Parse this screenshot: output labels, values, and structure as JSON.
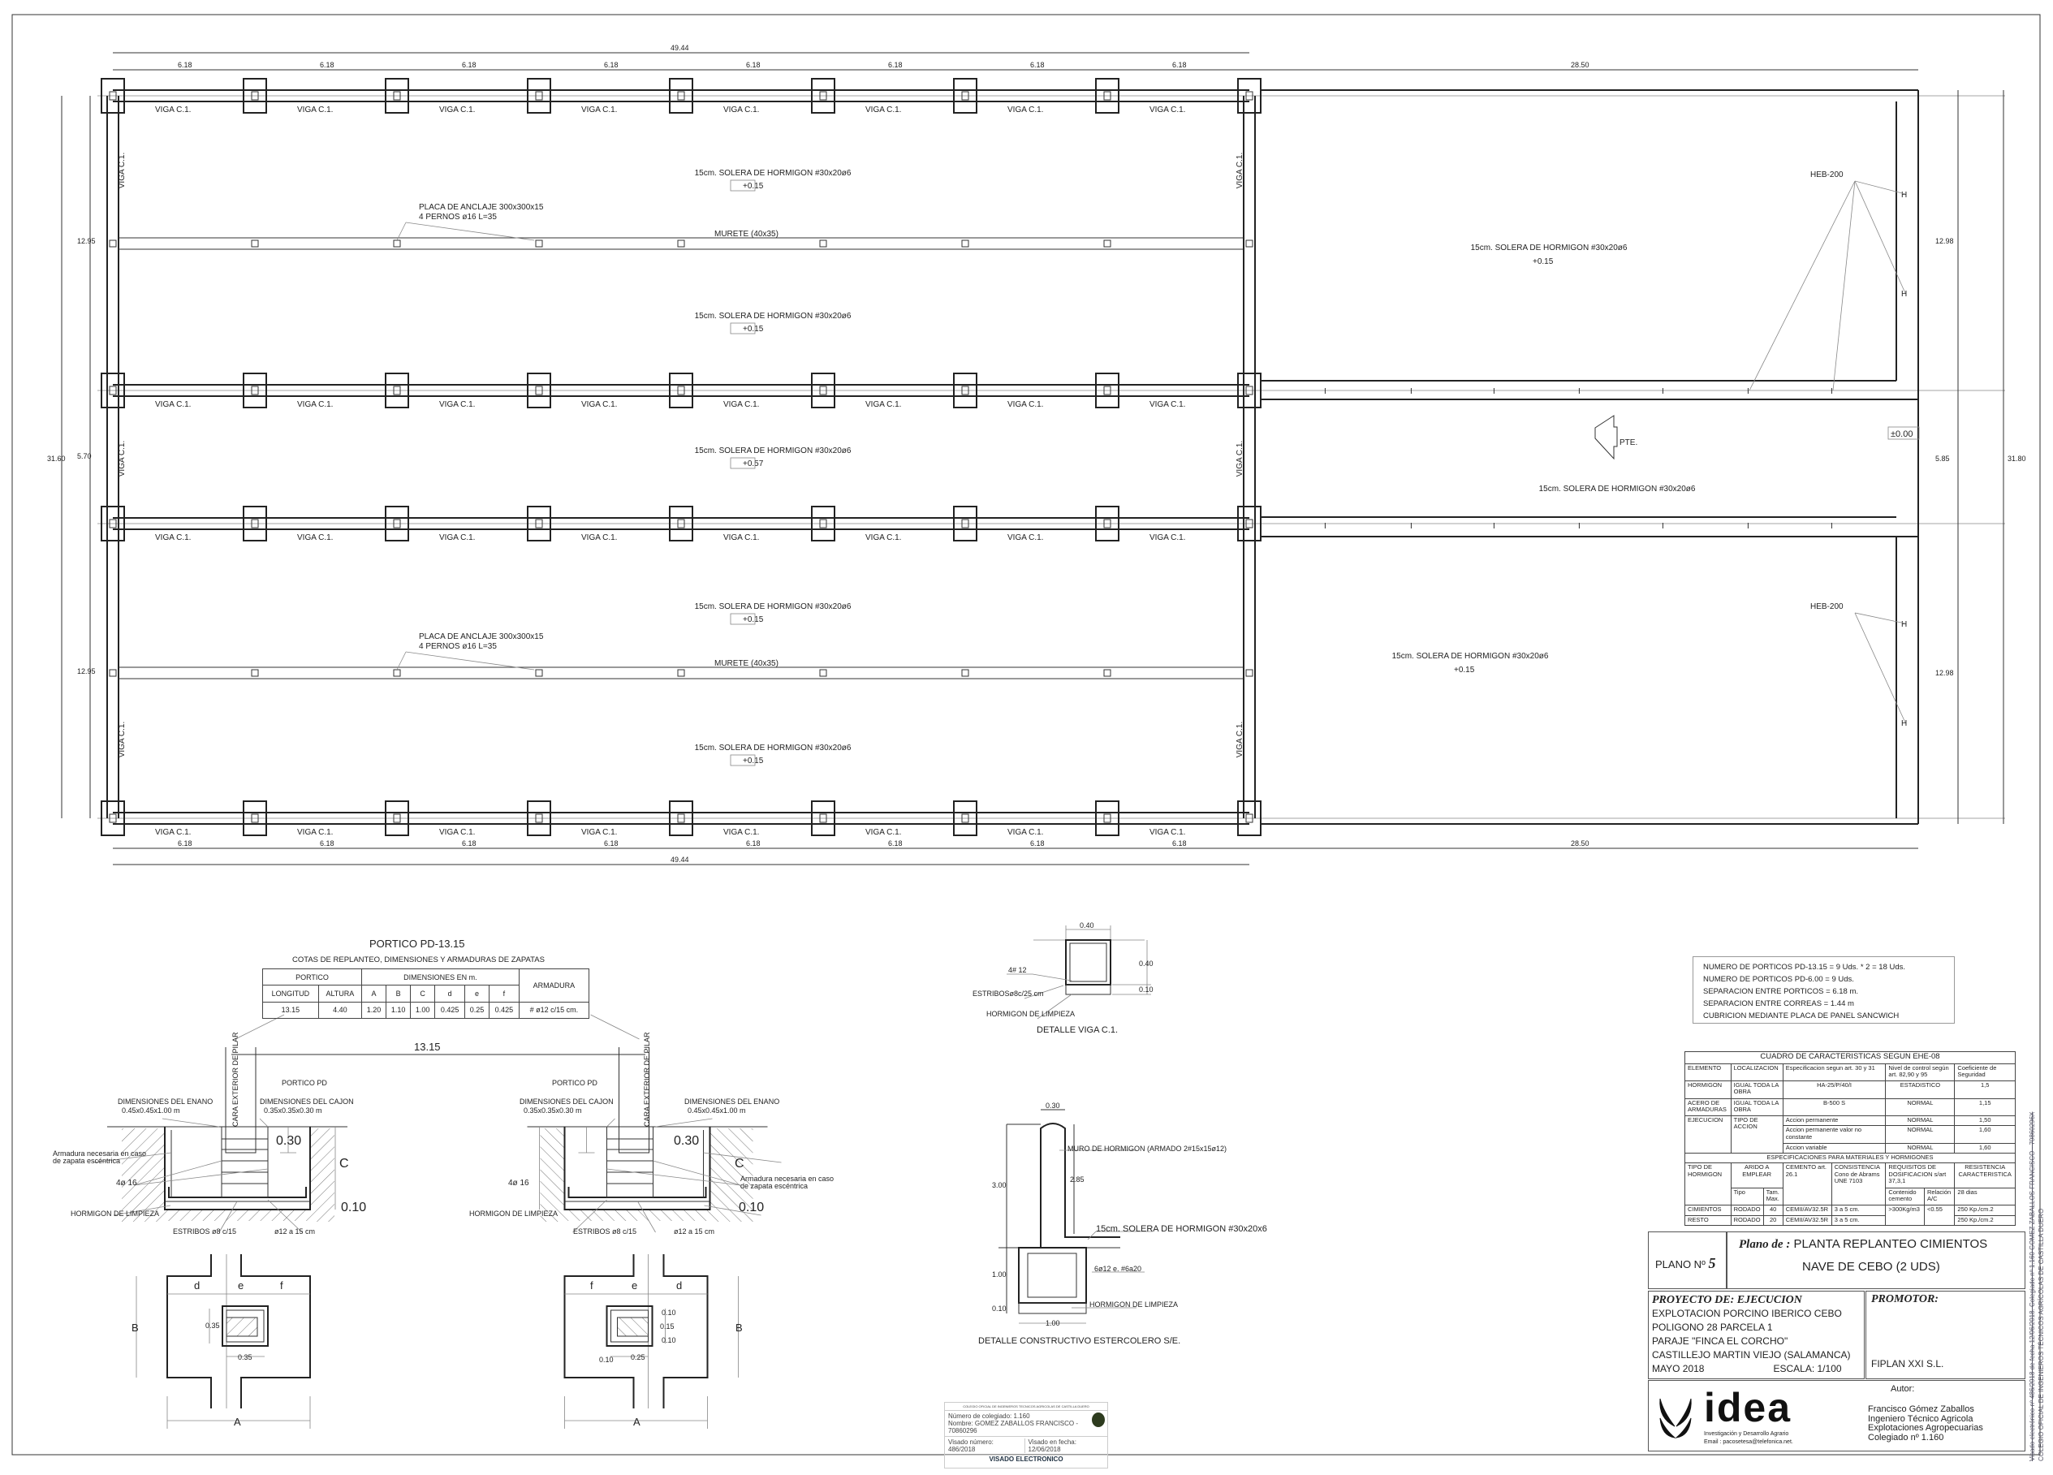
{
  "plan": {
    "overall_dim": "49.44",
    "bay_dim": "6.18",
    "right_dim": "28.50",
    "left_overall": "31.60",
    "left_dims": [
      "12.95",
      "5.70",
      "12.95"
    ],
    "right_overall": "31.80",
    "right_dims": [
      "12.98",
      "5.85",
      "12.98"
    ],
    "beam_label": "VIGA C.1.",
    "slab_label": "15cm. SOLERA DE HORMIGON #30x20ø6",
    "left_slab_levels": [
      "+0.15",
      "+0.15",
      "+0.57",
      "+0.15",
      "+0.15"
    ],
    "right_slab_level": "+0.15",
    "murete_label": "MURETE (40x35)",
    "anchor_line1": "PLACA DE ANCLAJE 300x300x15",
    "anchor_line2": "4 PERNOS ø16 L=35",
    "heb_label": "HEB-200",
    "slope_label": "PTE.",
    "level_zero": "±0.00"
  },
  "portico": {
    "title": "PORTICO PD-13.15",
    "subtitle": "COTAS DE REPLANTEO, DIMENSIONES Y ARMADURAS DE ZAPATAS",
    "h_portico": "PORTICO",
    "h_dims": "DIMENSIONES EN m.",
    "h_armadura": "ARMADURA",
    "columns": [
      "LONGITUD",
      "ALTURA",
      "A",
      "B",
      "C",
      "d",
      "e",
      "f"
    ],
    "row": [
      "13.15",
      "4.40",
      "1.20",
      "1.10",
      "1.00",
      "0.425",
      "0.25",
      "0.425",
      "# ø12 c/15 cm."
    ]
  },
  "footing": {
    "span_dim": "13.15",
    "pilar_face": "CARA EXTERIOR DE PILAR",
    "portico_pd": "PORTICO PD",
    "enano_title": "DIMENSIONES DEL ENANO",
    "enano_dims": "0.45x0.45x1.00 m",
    "cajon_title": "DIMENSIONES DEL CAJON",
    "cajon_dims": "0.35x0.35x0.30 m",
    "dim_030": "0.30",
    "dim_c": "C",
    "dim_010": "0.10",
    "armadura_1": "Armadura necesaria en caso",
    "armadura_2": "de zapata escéntrica",
    "bars": "4ø 16",
    "limpieza": "HORMIGON DE LIMPIEZA",
    "estribos": "ESTRIBOS ø8 c/15",
    "mesh": "ø12 a 15 cm",
    "plan_labels": {
      "A": "A",
      "B": "B",
      "d": "d",
      "e": "e",
      "f": "f",
      "c035": "0.35",
      "c010": "0.10",
      "c015": "0.15",
      "c025": "0.25"
    }
  },
  "viga_detail": {
    "width": "0.40",
    "height": "0.40",
    "base": "0.10",
    "bars": "4# 12",
    "stirrups": "ESTRIBOSø8c/25 cm",
    "limpieza": "HORMIGON DE LIMPIEZA",
    "title": "DETALLE VIGA C.1."
  },
  "estercolero": {
    "wall_width": "0.30",
    "wall_label": "MURO DE HORMIGON (ARMADO 2#15x15ø12)",
    "h285": "2.85",
    "h300": "3.00",
    "slab": "15cm. SOLERA DE HORMIGON #30x20x6",
    "bars": "6ø12 e. #6a20",
    "h100": "1.00",
    "limpieza": "HORMIGON DE LIMPIEZA",
    "h010": "0.10",
    "w100": "1.00",
    "title": "DETALLE CONSTRUCTIVO ESTERCOLERO S/E."
  },
  "notes": [
    "NUMERO DE PORTICOS PD-13.15 = 9 Uds. * 2 = 18 Uds.",
    "NUMERO DE PORTICOS PD-6.00 = 9 Uds.",
    "SEPARACION ENTRE PORTICOS = 6.18 m.",
    "SEPARACION ENTRE CORREAS = 1.44 m",
    "CUBRICION MEDIANTE PLACA DE PANEL SANCWICH"
  ],
  "cuadro": {
    "title": "CUADRO DE CARACTERISTICAS SEGUN EHE-08",
    "headers": [
      "ELEMENTO",
      "LOCALIZACION",
      "Especificacion segun art. 30 y 31",
      "Nivel de control según art. 82,90 y 95",
      "Coeficiente de Seguridad"
    ],
    "hormigon": [
      "HORMIGON",
      "IGUAL TODA LA OBRA",
      "HA-25/P/40/I",
      "ESTADISTICO",
      "1,5"
    ],
    "acero": [
      "ACERO DE ARMADURAS",
      "IGUAL TODA LA OBRA",
      "B-500 S",
      "NORMAL",
      "1,15"
    ],
    "ejecucion": [
      "EJECUCION",
      "TIPO DE ACCION"
    ],
    "acciones": [
      [
        "Accion permanente",
        "NORMAL",
        "1,50"
      ],
      [
        "Accion permanente valor no constante",
        "NORMAL",
        "1,60"
      ],
      [
        "Accion variable",
        "NORMAL",
        "1,60"
      ]
    ],
    "spec_title": "ESPECIFICACIONES PARA MATERIALES Y HORMIGONES",
    "spec_headers": [
      "TIPO DE HORMIGON",
      "ARIDO A EMPLEAR",
      "CEMENTO art. 26.1",
      "CONSISTENCIA Cono de Abrams UNE 7103",
      "REQUISITOS DE DOSIFICACION s/art 37,3,1",
      "RESISTENCIA CARACTERISTICA"
    ],
    "spec_sub": [
      "Tipo",
      "Tam. Max.",
      "Contenido cemento",
      "Relación A/C",
      "28 dias"
    ],
    "rows": [
      [
        "CIMIENTOS",
        "RODADO",
        "40",
        "CEMII/AV32.5R",
        "3 a 5 cm.",
        "250 Kp./cm.2"
      ],
      [
        "RESTO",
        "RODADO",
        "20",
        "CEMII/AV32.5R",
        "3 a 5 cm.",
        "250 Kp./cm.2"
      ]
    ],
    "dosificacion": [
      ">300Kg/m3",
      "<0.55"
    ]
  },
  "title_block": {
    "plano_label": "PLANO Nº",
    "plano_number": "5",
    "plano_de": "Plano de :",
    "title1": "PLANTA REPLANTEO CIMIENTOS",
    "title2": "NAVE DE CEBO (2 UDS)",
    "proyecto": "PROYECTO DE: EJECUCION",
    "project_lines": [
      "EXPLOTACION PORCINO IBERICO CEBO",
      "POLIGONO 28 PARCELA 1",
      "PARAJE \"FINCA EL CORCHO\"",
      "CASTILLEJO MARTIN VIEJO (SALAMANCA)"
    ],
    "date": "MAYO 2018",
    "scale": "ESCALA: 1/100",
    "promotor_label": "PROMOTOR:",
    "promotor": "FIPLAN XXI S.L.",
    "autor_label": "Autor:",
    "author_lines": [
      "Francisco Gómez Zaballos",
      "Ingeniero Técnico Agricola",
      "Explotaciones Agropecuarias",
      "Colegiado nº 1.160"
    ],
    "logo_text": "idea",
    "logo_tagline": "Investigación y Desarrollo Agrario",
    "logo_email": "Email : pacosetesa@telefonica.net."
  },
  "stamp": {
    "college": "COLEGIO OFICIAL DE INGENIEROS TECNICOS AGRICOLAS DE CASTILLA DUERO",
    "numero": "Número de colegiado: 1.160",
    "nombre": "Nombre: GOMEZ ZABALLOS FRANCISCO - 70860296",
    "visado_label": "Visado número:",
    "visado": "486/2018",
    "fecha_label": "Visado en fecha:",
    "fecha": "12/06/2018",
    "footer": "VISADO ELECTRONICO"
  },
  "side_stamp": {
    "line1": "Visado electrónico nº 486/2018 de fecha 12/06/2018. Colegiado nº 1.160 GOMEZ ZABALLOS FRANCISCO - 70860296X",
    "line2": "COLEGIO OFICIAL DE INGENIEROS TÉCNICOS AGRÍCOLAS DE CASTILLA DUERO"
  }
}
